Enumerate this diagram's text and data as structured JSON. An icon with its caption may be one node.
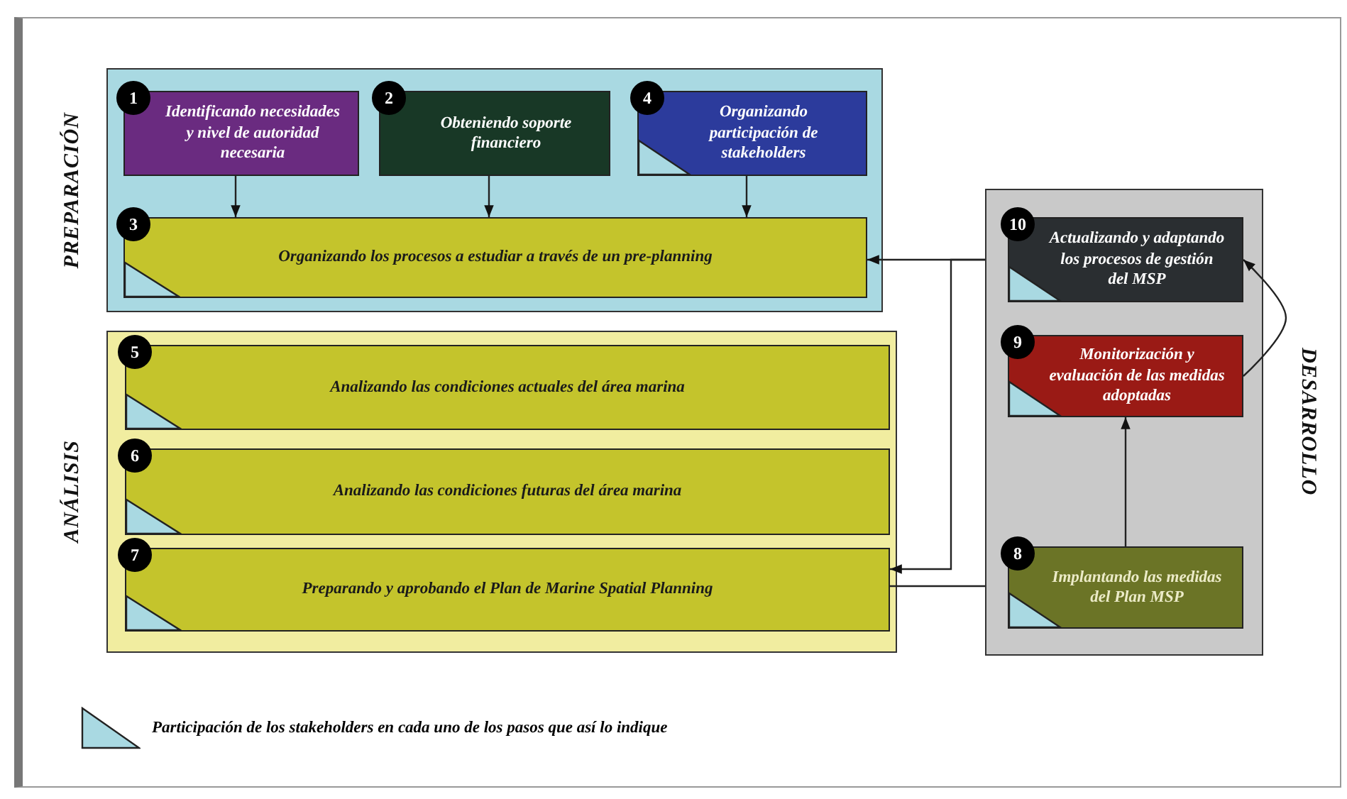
{
  "diagram": {
    "nodes": [
      {
        "text": [
          "PREPARACIÓN"
        ]
      },
      {
        "text": [
          "1",
          "Identificando necesidades y nivel de autoridad necesaria"
        ],
        "in": 0
      },
      {
        "text": [
          "2",
          "Obteniendo soporte financiero"
        ],
        "in": 0
      },
      {
        "text": [
          "4",
          "Organizando participación de stakeholders"
        ],
        "in": 0
      },
      {
        "text": [
          "3",
          "Organizando los procesos a estudiar a través de un pre-planning"
        ],
        "in": 0
      },
      {
        "text": [
          "ANÁLISIS"
        ]
      },
      {
        "text": [
          "5",
          "Analizando las condiciones actuales del área marina"
        ],
        "in": 5
      },
      {
        "text": [
          "6",
          "Analizando las condiciones futuras del área marina"
        ],
        "in": 5
      },
      {
        "text": [
          "7",
          "Preparando y aprobando el Plan de Marine Spatial Planning"
        ],
        "in": 5
      },
      {
        "text": [
          "DESARROLLO"
        ]
      },
      {
        "text": [
          "10",
          "Actualizando y adaptando los procesos de gestión del MSP"
        ],
        "in": 9
      },
      {
        "text": [
          "9",
          "Monitorización y evaluación de las medidas adoptadas"
        ],
        "in": 9
      },
      {
        "text": [
          "8",
          "Implantando las medidas del Plan MSP"
        ],
        "in": 9
      }
    ],
    "edges": [
      {
        "from": 1,
        "to": 4,
        "arrow": "to"
      },
      {
        "from": 2,
        "to": 4,
        "arrow": "to"
      },
      {
        "from": 3,
        "to": 4,
        "arrow": "to"
      },
      {
        "from": 9,
        "to": 4,
        "arrow": "to"
      },
      {
        "from": 9,
        "to": 8,
        "arrow": "to"
      },
      {
        "from": 8,
        "to": 9,
        "arrow": "none"
      },
      {
        "from": 12,
        "to": 11,
        "arrow": "to"
      },
      {
        "from": 11,
        "to": 10,
        "arrow": "to"
      }
    ],
    "legend": [
      {
        "text": "Participación de los stakeholders en cada uno de los pasos que así lo indique"
      }
    ]
  }
}
